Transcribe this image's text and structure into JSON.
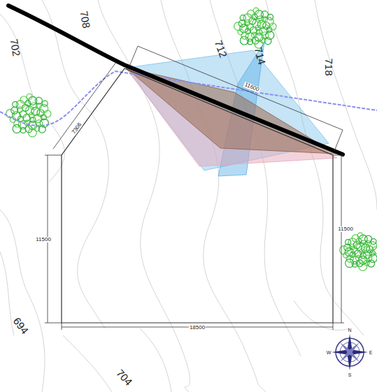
{
  "diagram": {
    "labels": [
      "702",
      "708",
      "712",
      "714",
      "718",
      "11600",
      "7306",
      "11500",
      "11500",
      "18500",
      "694",
      "704",
      "N",
      "E",
      "S",
      "W"
    ]
  }
}
